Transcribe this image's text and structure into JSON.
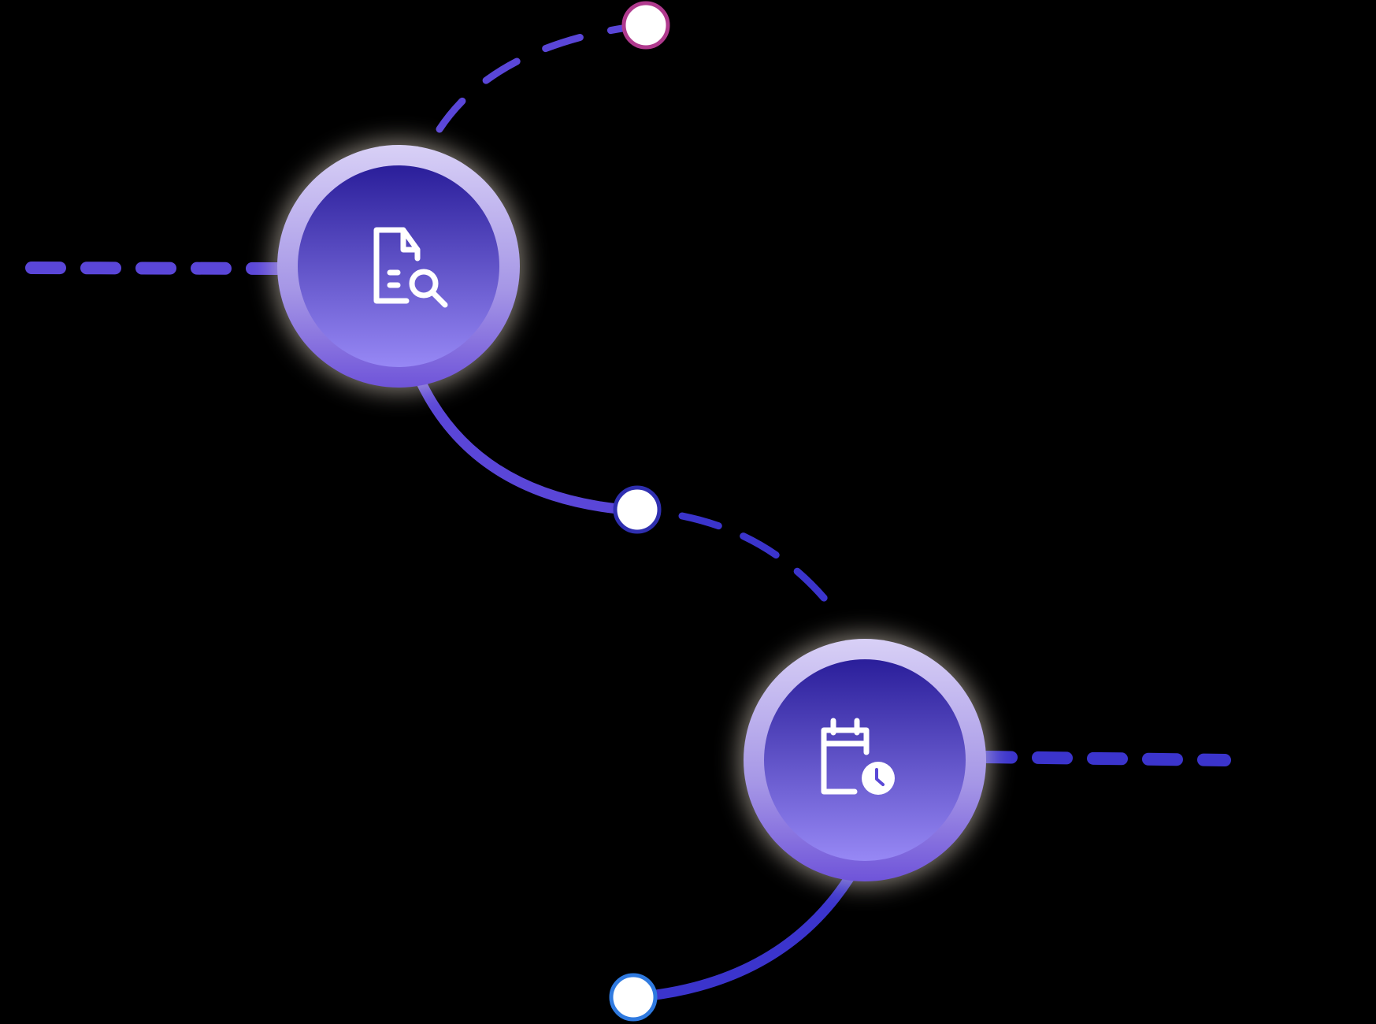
{
  "diagram": {
    "nodes": [
      {
        "id": "document-search",
        "icon": "document-search-icon"
      },
      {
        "id": "calendar-clock",
        "icon": "calendar-clock-icon"
      }
    ],
    "endpoints": [
      {
        "id": "top-endpoint",
        "ring": "#b03a8e"
      },
      {
        "id": "middle-endpoint",
        "ring": "#2f2fb0"
      },
      {
        "id": "bottom-endpoint",
        "ring": "#2f7ae0"
      }
    ],
    "colors": {
      "background": "#000000",
      "connector_primary": "#5a46d8",
      "connector_secondary": "#3b34cc",
      "node_gradient_top": "#2a1e9a",
      "node_gradient_bottom": "#9788f5",
      "node_ring": "#c9bff5",
      "glow": "#fff6ea",
      "icon": "#ffffff",
      "endpoint_fill": "#ffffff"
    }
  }
}
